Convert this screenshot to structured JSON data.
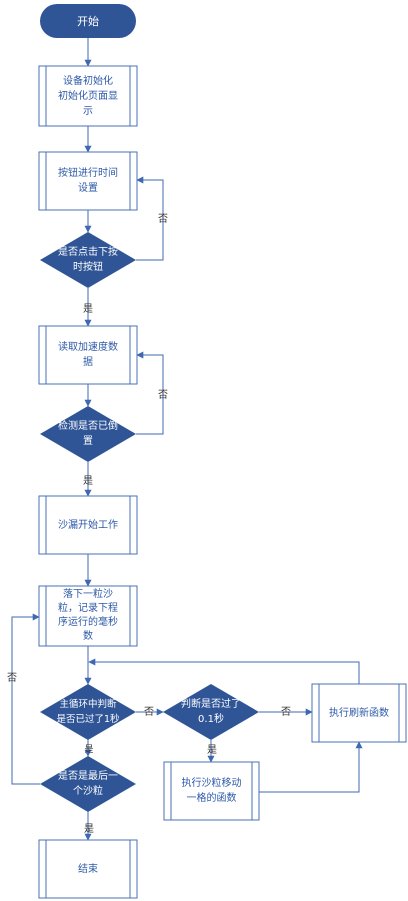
{
  "colors": {
    "fill": "#2f5597",
    "box_border": "#4a72b8",
    "box_fill": "#ffffff",
    "line": "#3f68b0",
    "box_text": "#2e5aa8"
  },
  "nodes": {
    "start": "开始",
    "init": "设备初始化\n初始化页面显\n示",
    "time_set": "按钮进行时间\n设置",
    "check_press": "是否点击下按\n时按钮",
    "read_acc": "读取加速度数\n据",
    "check_tilt": "检测是否已倒\n置",
    "hourglass_start": "沙漏开始工作",
    "drop_grain": "落下一粒沙\n粒，记录下程\n序运行的毫秒\n数",
    "check_1s_main": "主循环中判断\n是否已过了1秒",
    "check_01s": "判断是否过了\n0.1秒",
    "refresh": "执行刷新函数",
    "move_grain": "执行沙粒移动\n一格的函数",
    "check_last": "是否是最后一\n个沙粒",
    "end": "结束"
  },
  "edges": {
    "yes": "是",
    "no": "否"
  }
}
